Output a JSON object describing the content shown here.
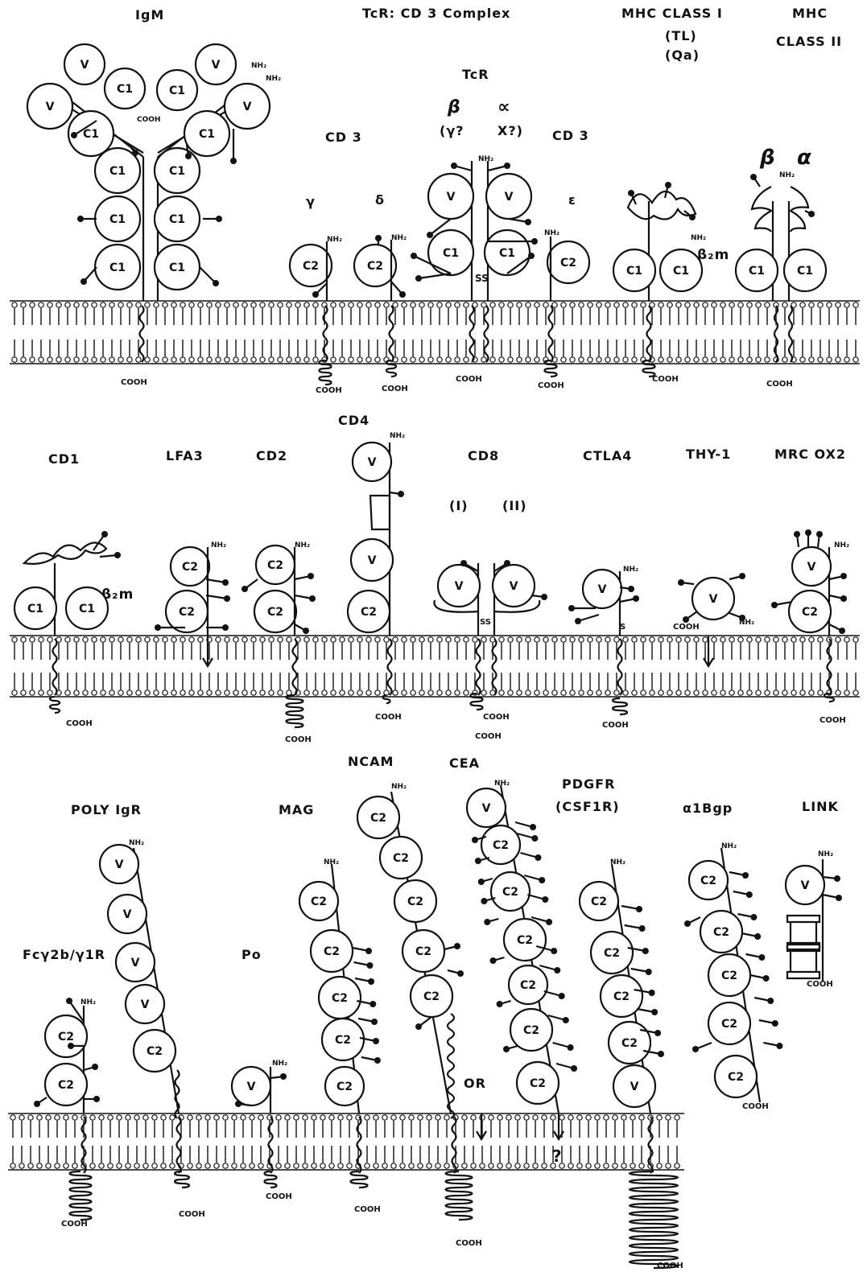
{
  "rows": [
    {
      "labels": [
        {
          "id": "igm",
          "text": "IgM"
        },
        {
          "id": "tcr-cd3-complex",
          "text": "TcR: CD 3   Complex"
        },
        {
          "id": "mhc-class-i",
          "text": "MHC CLASS I"
        },
        {
          "id": "mhc-class-i-tl",
          "text": "(TL)"
        },
        {
          "id": "mhc-class-i-qa",
          "text": "(Qa)"
        },
        {
          "id": "mhc-class-ii-line1",
          "text": "MHC"
        },
        {
          "id": "mhc-class-ii-line2",
          "text": "CLASS II"
        },
        {
          "id": "tcr",
          "text": "TcR"
        },
        {
          "id": "tcr-beta",
          "text": "β"
        },
        {
          "id": "tcr-alpha",
          "text": "∝"
        },
        {
          "id": "tcr-gamma",
          "text": "(γ?"
        },
        {
          "id": "tcr-x",
          "text": "X?)"
        },
        {
          "id": "cd3-left",
          "text": "CD 3"
        },
        {
          "id": "cd3-right",
          "text": "CD 3"
        },
        {
          "id": "cd3-gamma",
          "text": "γ"
        },
        {
          "id": "cd3-delta",
          "text": "δ"
        },
        {
          "id": "cd3-epsilon",
          "text": "ε"
        },
        {
          "id": "mhc2-beta",
          "text": "β"
        },
        {
          "id": "mhc2-alpha",
          "text": "α"
        },
        {
          "id": "b2m-1",
          "text": "β₂m"
        }
      ]
    },
    {
      "labels": [
        {
          "id": "cd1",
          "text": "CD1"
        },
        {
          "id": "lfa3",
          "text": "LFA3"
        },
        {
          "id": "cd2",
          "text": "CD2"
        },
        {
          "id": "cd4",
          "text": "CD4"
        },
        {
          "id": "cd8",
          "text": "CD8"
        },
        {
          "id": "cd8-i",
          "text": "(I)"
        },
        {
          "id": "cd8-ii",
          "text": "(II)"
        },
        {
          "id": "ctla4",
          "text": "CTLA4"
        },
        {
          "id": "thy1",
          "text": "THY-1"
        },
        {
          "id": "mrc-ox2",
          "text": "MRC OX2"
        },
        {
          "id": "b2m-2",
          "text": "β₂m"
        }
      ]
    },
    {
      "labels": [
        {
          "id": "ncam",
          "text": "NCAM"
        },
        {
          "id": "cea",
          "text": "CEA"
        },
        {
          "id": "pdgfr",
          "text": "PDGFR"
        },
        {
          "id": "csf1r",
          "text": "(CSF1R)"
        },
        {
          "id": "poly-igr",
          "text": "POLY IgR"
        },
        {
          "id": "mag",
          "text": "MAG"
        },
        {
          "id": "alpha1bgp",
          "text": "α1Bgp"
        },
        {
          "id": "link",
          "text": "LINK"
        },
        {
          "id": "fcgr",
          "text": "Fcγ2b/γ1R"
        },
        {
          "id": "po",
          "text": "Po"
        },
        {
          "id": "or",
          "text": "OR"
        },
        {
          "id": "question",
          "text": "?"
        }
      ]
    }
  ],
  "domain_labels": {
    "v": "V",
    "c1": "C1",
    "c2": "C2"
  },
  "terminus_labels": {
    "nh2": "NH₂",
    "cooh": "COOH",
    "ss": "SS",
    "s": "S"
  }
}
